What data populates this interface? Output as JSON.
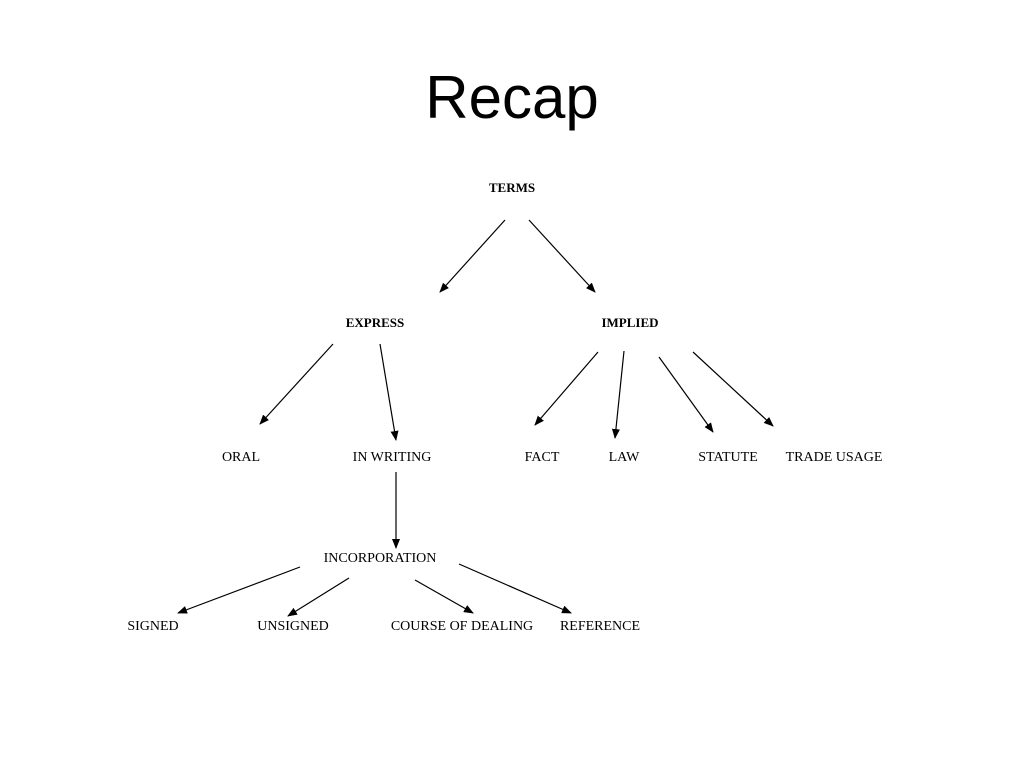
{
  "slide": {
    "title": "Recap"
  },
  "diagram": {
    "root": "TERMS",
    "level1": {
      "express": "EXPRESS",
      "implied": "IMPLIED"
    },
    "express_children": {
      "oral": "ORAL",
      "in_writing": "IN WRITING"
    },
    "implied_children": {
      "fact": "FACT",
      "law": "LAW",
      "statute": "STATUTE",
      "trade_usage": "TRADE USAGE"
    },
    "writing_child": "INCORPORATION",
    "incorporation_children": {
      "signed": "SIGNED",
      "unsigned": "UNSIGNED",
      "course_of_dealing": "COURSE OF DEALING",
      "reference": "REFERENCE"
    }
  }
}
